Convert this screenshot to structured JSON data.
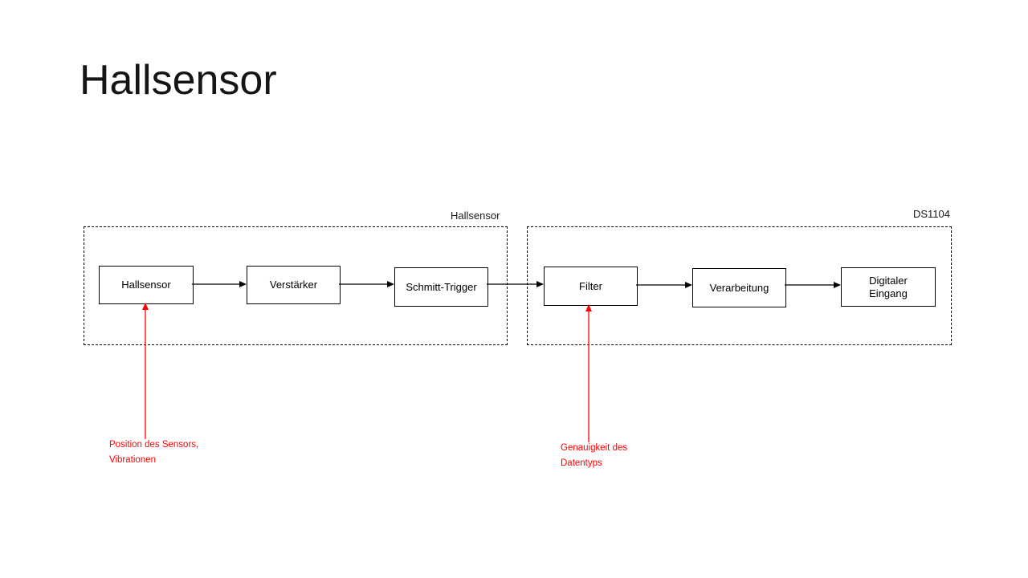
{
  "slide": {
    "title": "Hallsensor"
  },
  "diagram": {
    "groups": [
      {
        "label": "Hallsensor"
      },
      {
        "label": "DS1104"
      }
    ],
    "blocks": [
      {
        "label": "Hallsensor"
      },
      {
        "label": "Verstärker"
      },
      {
        "label": "Schmitt-Trigger"
      },
      {
        "label": "Filter"
      },
      {
        "label": "Verarbeitung"
      },
      {
        "label": "Digitaler",
        "label2": "Eingang"
      }
    ],
    "annotations": [
      {
        "line1": "Position des Sensors,",
        "line2": "Vibrationen"
      },
      {
        "line1": "Genauigkeit des",
        "line2": "Datentyps"
      }
    ],
    "colors": {
      "flow_line": "#000000",
      "annotation": "#ff0000"
    }
  }
}
